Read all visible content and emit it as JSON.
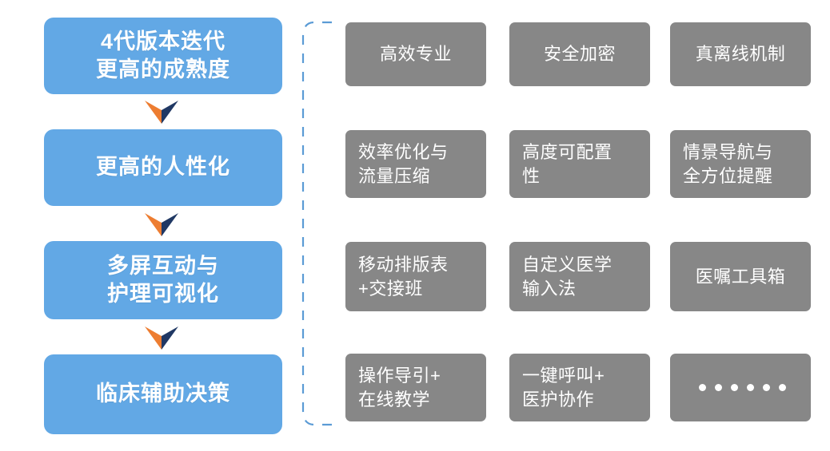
{
  "diagram": {
    "title_text": "",
    "colors": {
      "flow_box": "#62A8E5",
      "feature_box": "#878787",
      "bracket": "#5B9BD5",
      "arrow_left": "#ED7D31",
      "arrow_right": "#203864",
      "text": "#FFFFFF",
      "background": "#FFFFFF"
    },
    "flow": {
      "name": "evolution-stages",
      "items": [
        {
          "id": "stage-1",
          "lines": [
            "4代版本迭代",
            "更高的成熟度"
          ]
        },
        {
          "id": "stage-2",
          "lines": [
            "更高的人性化"
          ]
        },
        {
          "id": "stage-3",
          "lines": [
            "多屏互动与",
            "护理可视化"
          ]
        },
        {
          "id": "stage-4",
          "lines": [
            "临床辅助决策"
          ]
        }
      ],
      "connectors": [
        {
          "id": "arrow-1",
          "icon": "chevron-down-icon"
        },
        {
          "id": "arrow-2",
          "icon": "chevron-down-icon"
        },
        {
          "id": "arrow-3",
          "icon": "chevron-down-icon"
        }
      ]
    },
    "bracket": {
      "name": "dashed-bracket",
      "icon": "left-brace-dashed-icon",
      "style": "dashed"
    },
    "features": {
      "name": "feature-grid",
      "rows": [
        [
          {
            "id": "f-1-1",
            "lines": [
              "高效专业"
            ],
            "align": "center"
          },
          {
            "id": "f-1-2",
            "lines": [
              "安全加密"
            ],
            "align": "center"
          },
          {
            "id": "f-1-3",
            "lines": [
              "真离线机制"
            ],
            "align": "center"
          }
        ],
        [
          {
            "id": "f-2-1",
            "lines": [
              "效率优化与",
              "流量压缩"
            ],
            "align": "left"
          },
          {
            "id": "f-2-2",
            "lines": [
              "高度可配置",
              "性"
            ],
            "align": "left"
          },
          {
            "id": "f-2-3",
            "lines": [
              "情景导航与",
              "全方位提醒"
            ],
            "align": "left"
          }
        ],
        [
          {
            "id": "f-3-1",
            "lines": [
              "移动排版表",
              "+交接班"
            ],
            "align": "left"
          },
          {
            "id": "f-3-2",
            "lines": [
              "自定义医学",
              "输入法"
            ],
            "align": "left"
          },
          {
            "id": "f-3-3",
            "lines": [
              "医嘱工具箱"
            ],
            "align": "center"
          }
        ],
        [
          {
            "id": "f-4-1",
            "lines": [
              "操作导引+",
              "在线教学"
            ],
            "align": "left"
          },
          {
            "id": "f-4-2",
            "lines": [
              "一键呼叫+",
              "医护协作"
            ],
            "align": "left"
          },
          {
            "id": "f-4-3",
            "lines": [],
            "align": "center",
            "dots": 6,
            "ellipsis_text": "······"
          }
        ]
      ]
    }
  }
}
